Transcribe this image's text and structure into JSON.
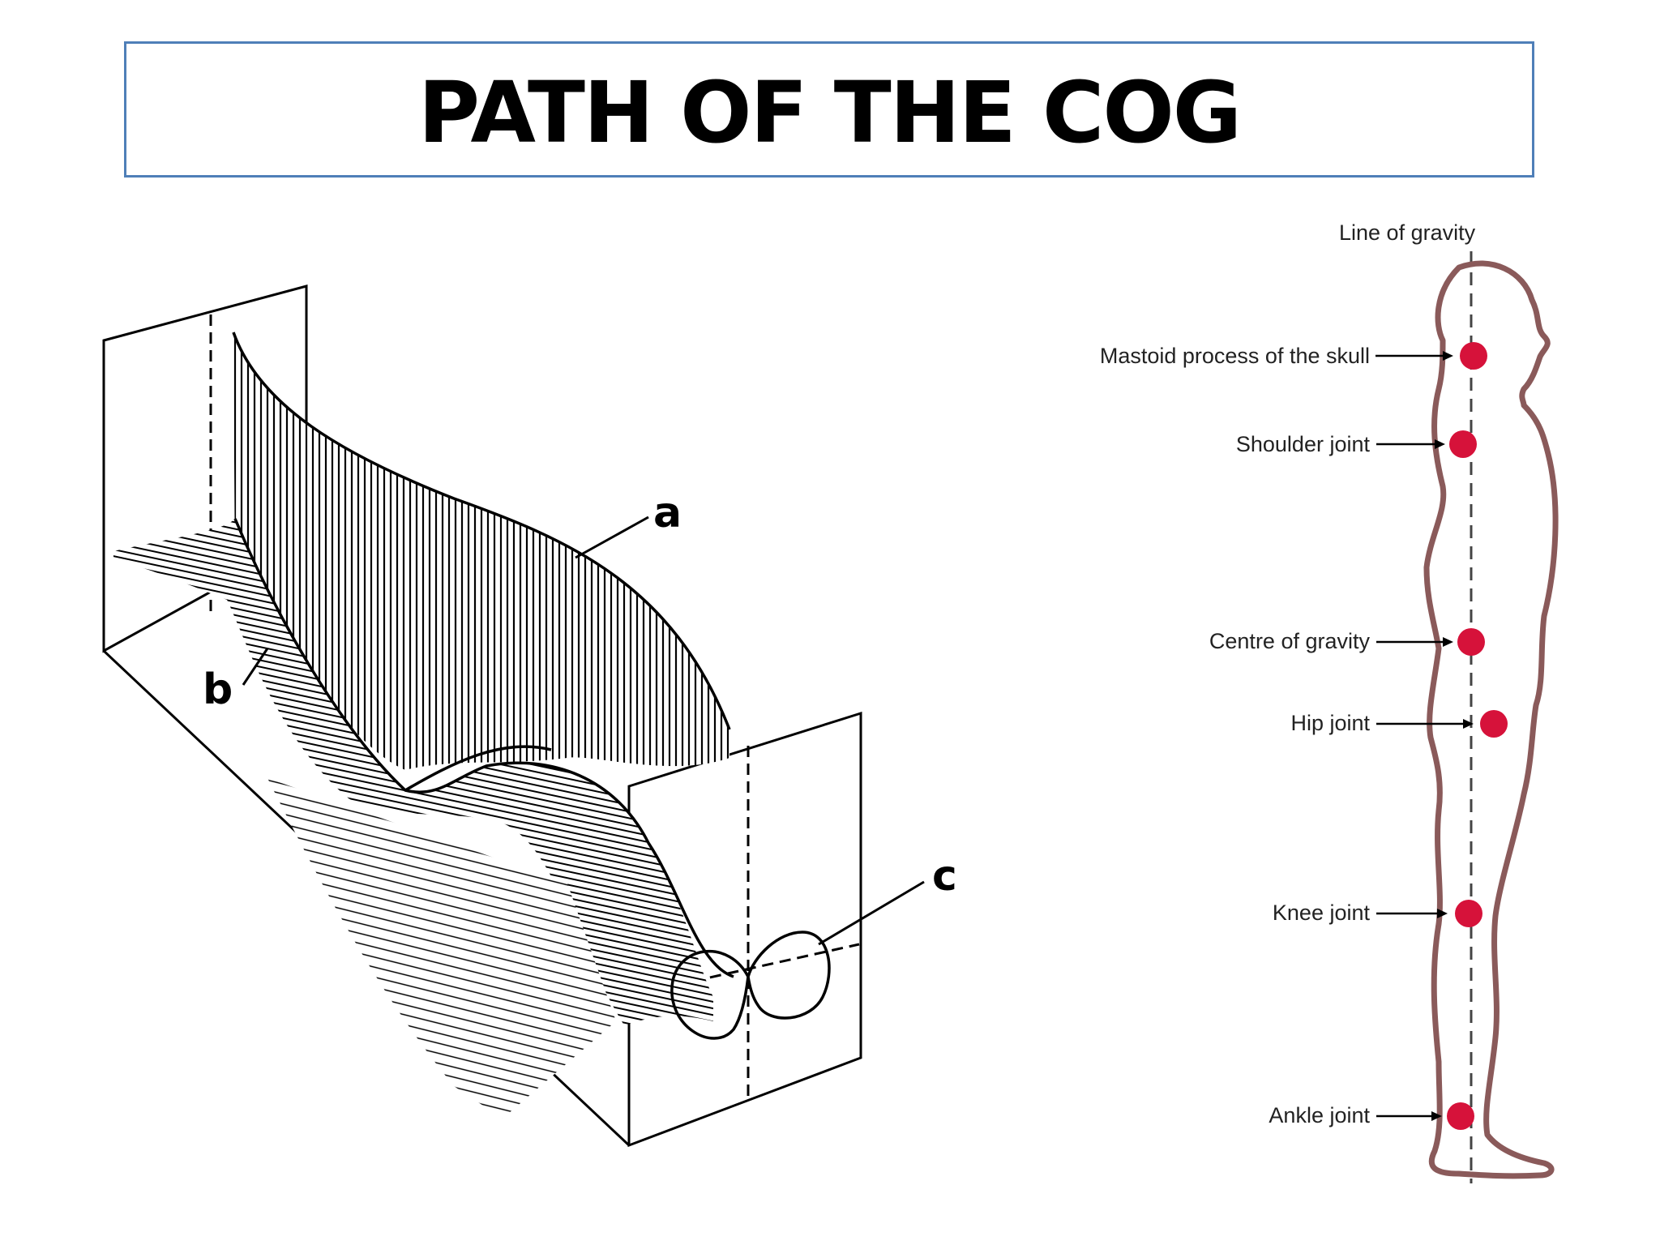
{
  "slide": {
    "title": "PATH OF THE COG"
  },
  "left_diagram": {
    "labels": {
      "a": "a",
      "b": "b",
      "c": "c"
    }
  },
  "right_diagram": {
    "line_label": "Line of gravity",
    "points": [
      {
        "label": "Mastoid process of the skull"
      },
      {
        "label": "Shoulder joint"
      },
      {
        "label": "Centre of gravity"
      },
      {
        "label": "Hip joint"
      },
      {
        "label": "Knee joint"
      },
      {
        "label": "Ankle joint"
      }
    ],
    "dot_color": "#d6123a",
    "outline_color": "#8a5a5a"
  }
}
